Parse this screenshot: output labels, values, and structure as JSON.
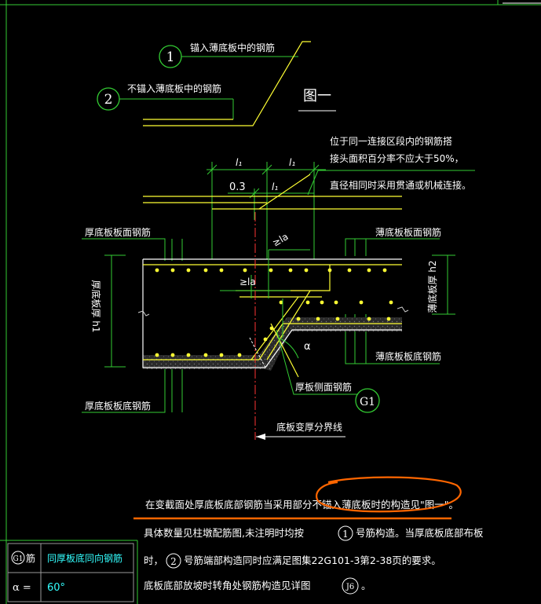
{
  "callouts": {
    "c1": {
      "num": "1",
      "text": "锚入薄底板中的钢筋"
    },
    "c2": {
      "num": "2",
      "text": "不锚入薄底板中的钢筋"
    },
    "fig": "图一"
  },
  "dimensions": {
    "l1_left": "l₁",
    "l1_right": "l₁",
    "point3": "0.3",
    "l1_mid": "l₁",
    "la_upper": "≥la",
    "la_lower": "≥la",
    "alpha": "α"
  },
  "notes": {
    "splice_1": "位于同一连接区段内的钢筋搭",
    "splice_2": "接头面积百分率不应大于50%，",
    "splice_3": "直径相同时采用贯通或机械连接。"
  },
  "labels": {
    "thick_top": "厚底板板面钢筋",
    "thin_top": "薄底板板面钢筋",
    "thick_h": "厚底板厚 h1",
    "thin_h": "薄底板厚 h2",
    "thin_bottom": "薄底板板底钢筋",
    "side": "厚板侧面钢筋",
    "g1": "G1",
    "thick_bottom": "厚底板板底钢筋",
    "boundary": "底板变厚分界线"
  },
  "bottom_text": {
    "line1": "在变截面处厚底板底部钢筋当采用部分不锚入薄底板时的构造见\"图一\"。",
    "line2a": "具体数量见柱墩配筋图,未注明时均按",
    "line2b": "号筋构造。当厚底板底部布板",
    "line2_num": "1",
    "line3a": "时，",
    "line3_num": "2",
    "line3b": "号筋端部构造同时应满足图集22G101-3第2-38页的要求。",
    "line4a": "底板底部放坡时转角处钢筋构造见详图",
    "line4_ref": "J6",
    "line4b": "。"
  },
  "legend": {
    "row1_sym": "G1",
    "row1_suffix": "筋",
    "row1_desc": "同厚板底同向钢筋",
    "row2_sym": "α =",
    "row2_val": "60°"
  },
  "colors": {
    "green": "#33cc33",
    "yellow": "#ffff33",
    "white": "#ffffff",
    "red": "#ff3333",
    "orange": "#ff6600",
    "cyan": "#33ffff",
    "grey": "#9a9a9a"
  }
}
